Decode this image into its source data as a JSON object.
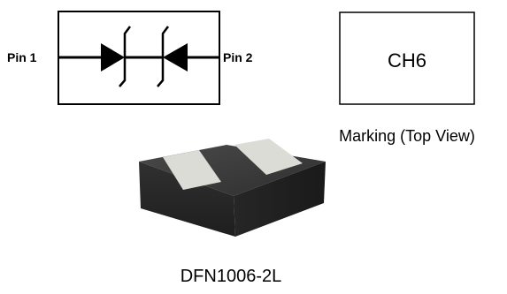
{
  "schematic": {
    "pin1_label": "Pin 1",
    "pin2_label": "Pin 2"
  },
  "marking": {
    "code": "CH6",
    "caption": "Marking (Top View)"
  },
  "package": {
    "caption": "DFN1006-2L"
  },
  "colors": {
    "line": "#000000",
    "package_body": "#3a3a3a",
    "package_pad": "#dcdcd6"
  }
}
